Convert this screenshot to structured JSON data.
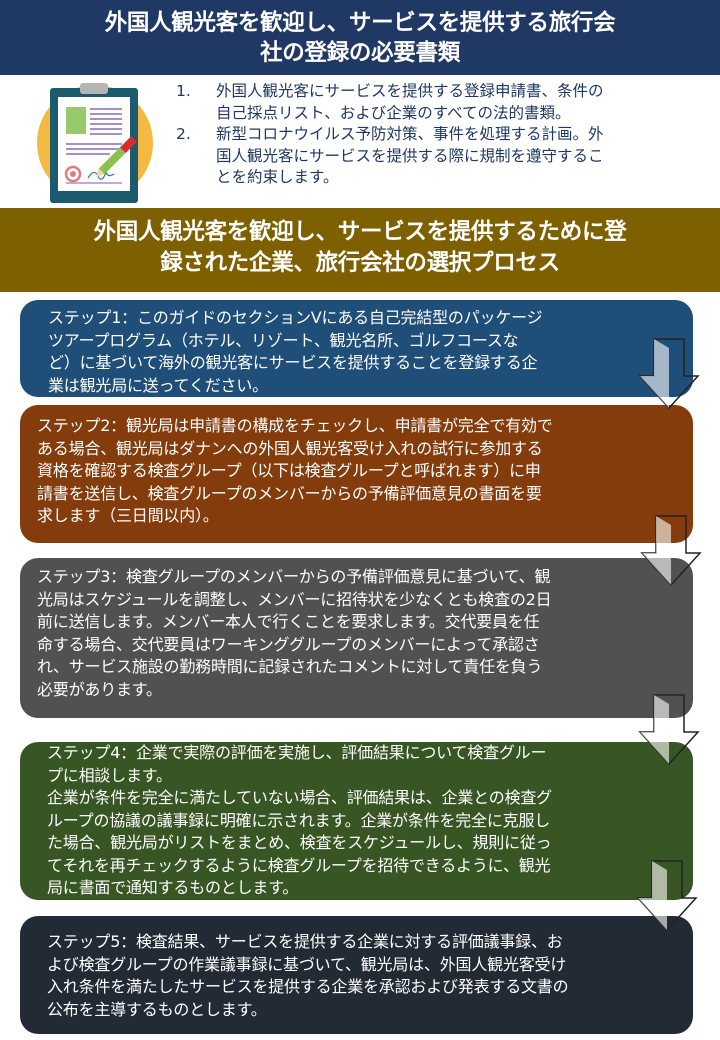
{
  "header": {
    "title_line1": "外国人観光客を歓迎し、サービスを提供する旅行会",
    "title_line2": "社の登録の必要書類"
  },
  "required_documents": {
    "icon": "clipboard-document-icon",
    "items": [
      {
        "number": "1.",
        "lines": [
          "外国人観光客にサービスを提供する登録申請書、条件の",
          "自己採点リスト、および企業のすべての法的書類。"
        ]
      },
      {
        "number": "2.",
        "lines": [
          "新型コロナウイルス予防対策、事件を処理する計画。外",
          "国人観光客にサービスを提供する際に規制を遵守するこ",
          "とを約束します。"
        ]
      }
    ]
  },
  "process_banner": {
    "title_line1": "外国人観光客を歓迎し、サービスを提供するために登",
    "title_line2": "録された企業、旅行会社の選択プロセス"
  },
  "steps": [
    {
      "label": "ステップ1",
      "color": "#1f4e79",
      "lines": [
        "ステップ1：このガイドのセクションVにある自己完結型のパッケージ",
        "ツアープログラム（ホテル、リゾート、観光名所、ゴルフコースな",
        "ど）に基づいて海外の観光客にサービスを提供することを登録する企",
        "業は観光局に送ってください。"
      ]
    },
    {
      "label": "ステップ2",
      "color": "#843c0c",
      "lines": [
        "ステップ2：観光局は申請書の構成をチェックし、申請書が完全で有効で",
        "ある場合、観光局はダナンへの外国人観光客受け入れの試行に参加する",
        "資格を確認する検査グループ（以下は検査グループと呼ばれます）に申",
        "請書を送信し、検査グループのメンバーからの予備評価意見の書面を要",
        "求します（三日間以内）。"
      ]
    },
    {
      "label": "ステップ3",
      "color": "#515151",
      "lines": [
        "ステップ3：検査グループのメンバーからの予備評価意見に基づいて、観",
        "光局はスケジュールを調整し、メンバーに招待状を少なくとも検査の2日",
        "前に送信します。メンバー本人で行くことを要求します。交代要員を任",
        "命する場合、交代要員はワーキンググループのメンバーによって承認さ",
        "れ、サービス施設の勤務時間に記録されたコメントに対して責任を負う",
        "必要があります。"
      ]
    },
    {
      "label": "ステップ4",
      "color": "#375623",
      "lines": [
        "ステップ4：企業で実際の評価を実施し、評価結果について検査グルー",
        "プに相談します。",
        "企業が条件を完全に満たしていない場合、評価結果は、企業との検査グ",
        "ループの協議の議事録に明確に示されます。企業が条件を完全に克服し",
        "た場合、観光局がリストをまとめ、検査をスケジュールし、規則に従っ",
        "てそれを再チェックするように検査グループを招待できるように、観光",
        "局に書面で通知するものとします。"
      ]
    },
    {
      "label": "ステップ5",
      "color": "#222a35",
      "lines": [
        "ステップ5：検査結果、サービスを提供する企業に対する評価議事録、お",
        "よび検査グループの作業議事録に基づいて、観光局は、外国人観光客受け",
        "入れ条件を満たしたサービスを提供する企業を承認および発表する文書の",
        "公布を主導するものとします。"
      ]
    }
  ],
  "arrows": [
    {
      "icon": "down-arrow-icon",
      "from": "ステップ1",
      "to": "ステップ2"
    },
    {
      "icon": "down-arrow-icon",
      "from": "ステップ2",
      "to": "ステップ3"
    },
    {
      "icon": "down-arrow-icon",
      "from": "ステップ3",
      "to": "ステップ4"
    },
    {
      "icon": "down-arrow-icon",
      "from": "ステップ4",
      "to": "ステップ5"
    }
  ]
}
